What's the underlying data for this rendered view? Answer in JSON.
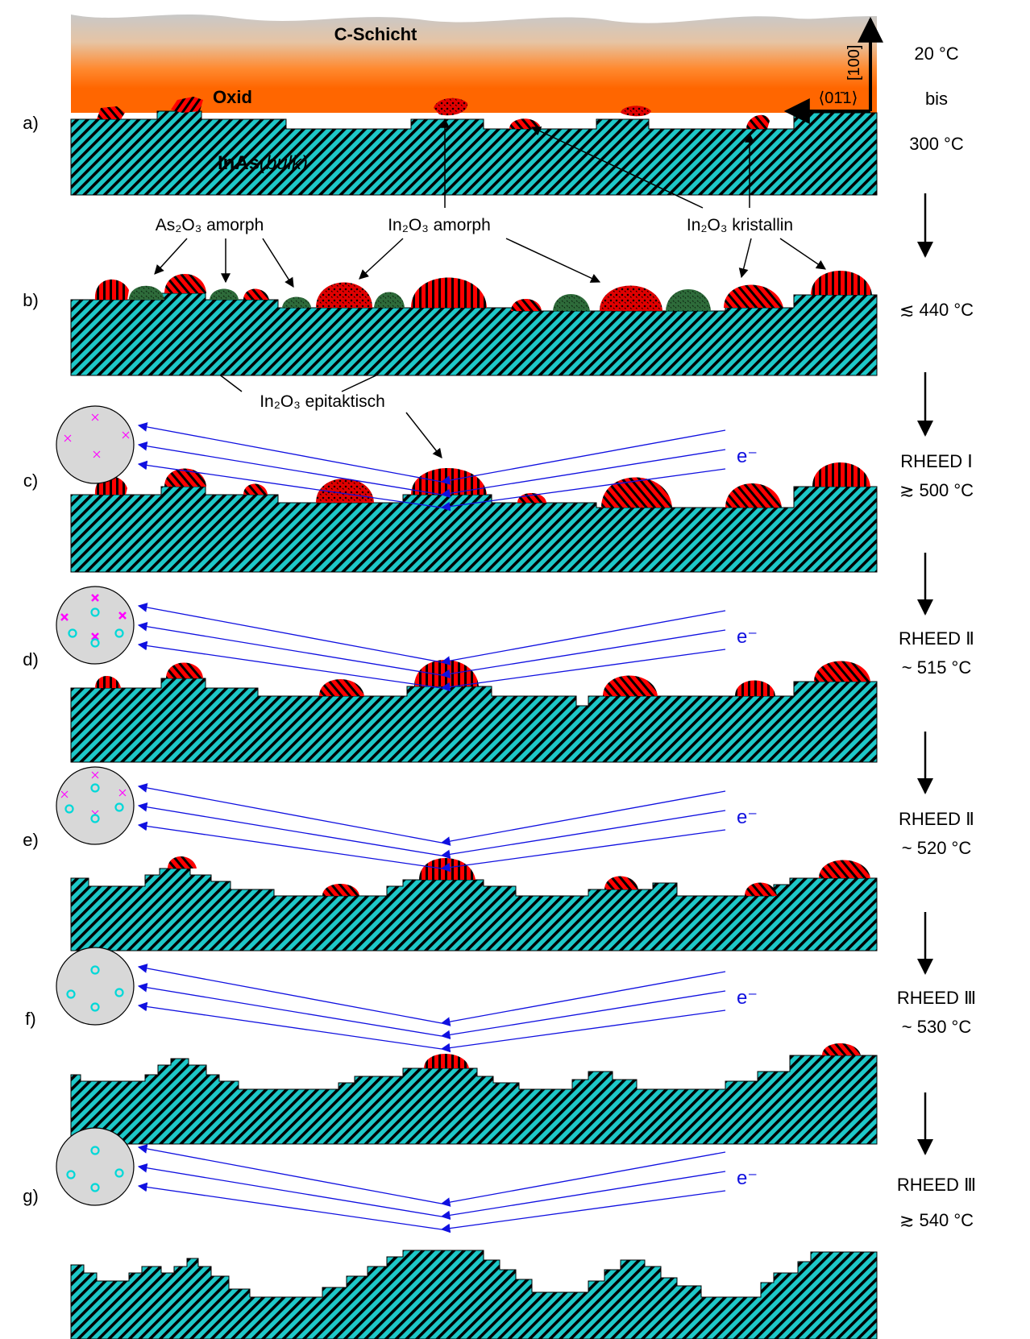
{
  "top": {
    "layer_label": "C-Schicht",
    "oxide_label": "Oxid",
    "bulk_label_main": "InAs",
    "bulk_label_italic": "(bulk)",
    "direction_vertical": "[100]",
    "direction_horizontal": "⟨01̄1⟩"
  },
  "callouts": {
    "as2o3_amorph": "As₂O₃ amorph",
    "in2o3_amorph": "In₂O₃ amorph",
    "in2o3_kristallin": "In₂O₃ kristallin",
    "in2o3_epitaktisch": "In₂O₃ epitaktisch"
  },
  "electron_label": "e⁻",
  "stages": [
    {
      "id": "a)",
      "lines": [
        "20 °C",
        "bis",
        "300 °C"
      ]
    },
    {
      "id": "b)",
      "lines": [
        "≲ 440 °C"
      ]
    },
    {
      "id": "c)",
      "lines": [
        "RHEED Ⅰ",
        "≳ 500 °C"
      ]
    },
    {
      "id": "d)",
      "lines": [
        "RHEED Ⅱ",
        "~ 515 °C"
      ]
    },
    {
      "id": "e)",
      "lines": [
        "RHEED Ⅱ",
        "~ 520 °C"
      ]
    },
    {
      "id": "f)",
      "lines": [
        "RHEED Ⅲ",
        "~ 530 °C"
      ]
    },
    {
      "id": "g)",
      "lines": [
        "RHEED Ⅲ",
        "≳ 540 °C"
      ]
    }
  ],
  "colors": {
    "substrate": "#1ec8c8",
    "hatch": "#000000",
    "oxide_orange": "#ff6600",
    "carbon_gray": "#c8c8c8",
    "in2o3_red": "#ff0000",
    "as2o3_green": "#2e6b3a",
    "beam_blue": "#1010e0",
    "spot_magenta": "#ff00ff",
    "spot_cyan": "#00e0e0"
  }
}
